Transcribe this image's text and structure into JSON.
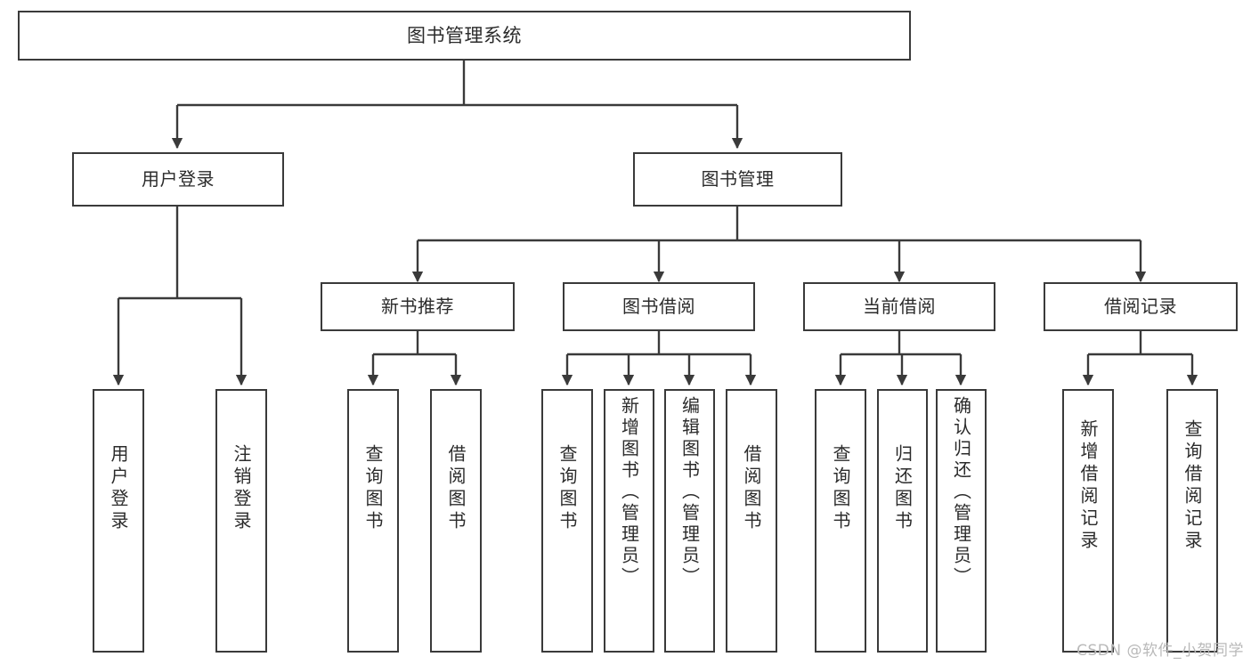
{
  "diagram": {
    "title": "图书管理系统",
    "type": "tree",
    "watermark": "CSDN @软件_小贺同学",
    "colors": {
      "stroke": "#3a3a3a",
      "text": "#2b2b2b",
      "background": "#ffffff",
      "watermark": "#b9b9b9"
    },
    "nodes": {
      "root": {
        "label": "图书管理系统"
      },
      "level1": [
        {
          "label": "用户登录"
        },
        {
          "label": "图书管理"
        }
      ],
      "level2": [
        {
          "label": "新书推荐"
        },
        {
          "label": "图书借阅"
        },
        {
          "label": "当前借阅"
        },
        {
          "label": "借阅记录"
        }
      ],
      "leaves": {
        "user_login": [
          {
            "label": "用户登录"
          },
          {
            "label": "注销登录"
          }
        ],
        "new_book_recommend": [
          {
            "label": "查询图书"
          },
          {
            "label": "借阅图书"
          }
        ],
        "book_borrow": [
          {
            "label": "查询图书"
          },
          {
            "label": "新增图书（管理员）"
          },
          {
            "label": "编辑图书（管理员）"
          },
          {
            "label": "借阅图书"
          }
        ],
        "current_borrow": [
          {
            "label": "查询图书"
          },
          {
            "label": "归还图书"
          },
          {
            "label": "确认归还（管理员）"
          }
        ],
        "borrow_record": [
          {
            "label": "新增借阅记录"
          },
          {
            "label": "查询借阅记录"
          }
        ]
      }
    }
  }
}
